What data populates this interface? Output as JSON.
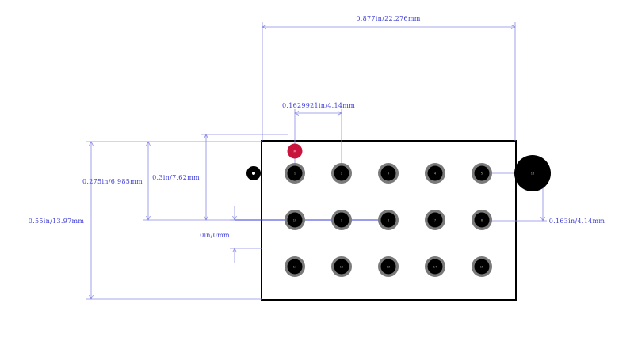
{
  "dimensions": {
    "overall_width": "0.877in/22.276mm",
    "pin_pitch": "0.1629921in/4.14mm",
    "height_half": "0.275in/6.985mm",
    "row_spacing": "0.3in/7.62mm",
    "total_height": "0.55in/13.97mm",
    "zero_offset": "0in/0mm",
    "right_offset": "0.163in/4.14mm"
  },
  "pads": {
    "row1": [
      "1",
      "2",
      "3",
      "4",
      "5"
    ],
    "row2": [
      "10",
      "9",
      "8",
      "7",
      "6"
    ],
    "row3": [
      "11",
      "12",
      "13",
      "14",
      "15"
    ],
    "mounting_hole": "16",
    "marker_pad": "M"
  },
  "colors": {
    "outline": "#000000",
    "outline_accent": "#cc1133",
    "dimension": "#3a3ad8",
    "pad_ring": "#7a7a7a",
    "pad_center": "#000000",
    "marker": "#c8143c"
  }
}
